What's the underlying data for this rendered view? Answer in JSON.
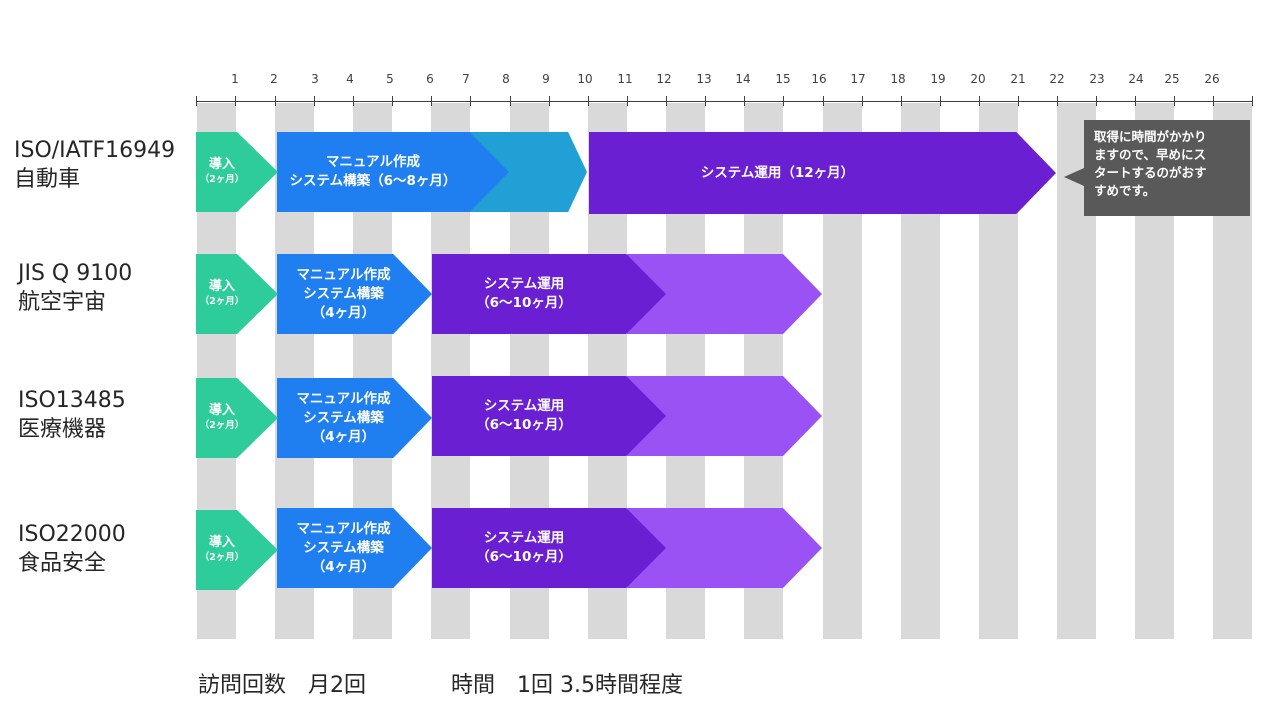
{
  "months": [
    "1",
    "2",
    "3",
    "4",
    "5",
    "6",
    "7",
    "8",
    "9",
    "10",
    "11",
    "12",
    "13",
    "14",
    "15",
    "16",
    "17",
    "18",
    "19",
    "20",
    "21",
    "22",
    "23",
    "24",
    "25",
    "26"
  ],
  "rows": [
    {
      "line1": "ISO/IATF16949",
      "line2": "自動車"
    },
    {
      "line1": "JIS Q 9100",
      "line2": "航空宇宙"
    },
    {
      "line1": "ISO13485",
      "line2": "医療機器"
    },
    {
      "line1": "ISO22000",
      "line2": "食品安全"
    }
  ],
  "bars": {
    "intro": {
      "line1": "導入",
      "line2": "（2ヶ月）"
    },
    "iatf_manual": {
      "line1": "マニュアル作成",
      "line2": "システム構築（6～8ヶ月）"
    },
    "iatf_operation": {
      "line1": "システム運用（12ヶ月）"
    },
    "manual": {
      "line1": "マニュアル作成",
      "line2": "システム構築",
      "line3": "（4ヶ月）"
    },
    "operation": {
      "line1": "システム運用",
      "line2": "（6～10ヶ月）"
    }
  },
  "callout": {
    "text": "取得に時間がかかり\nますので、早めにス\nタートするのがおす\nすめです。"
  },
  "footer": {
    "visits": "訪問回数　月2回",
    "time": "時間　1回 3.5時間程度"
  },
  "colors": {
    "stripe": "#d9d9d9",
    "intro": "#2ecc9a",
    "manual": "#1f7ff0",
    "manual_overlap": "#21a0d6",
    "operation_dark": "#6a1fd2",
    "operation_light": "#9a52f5",
    "callout": "#595959"
  }
}
